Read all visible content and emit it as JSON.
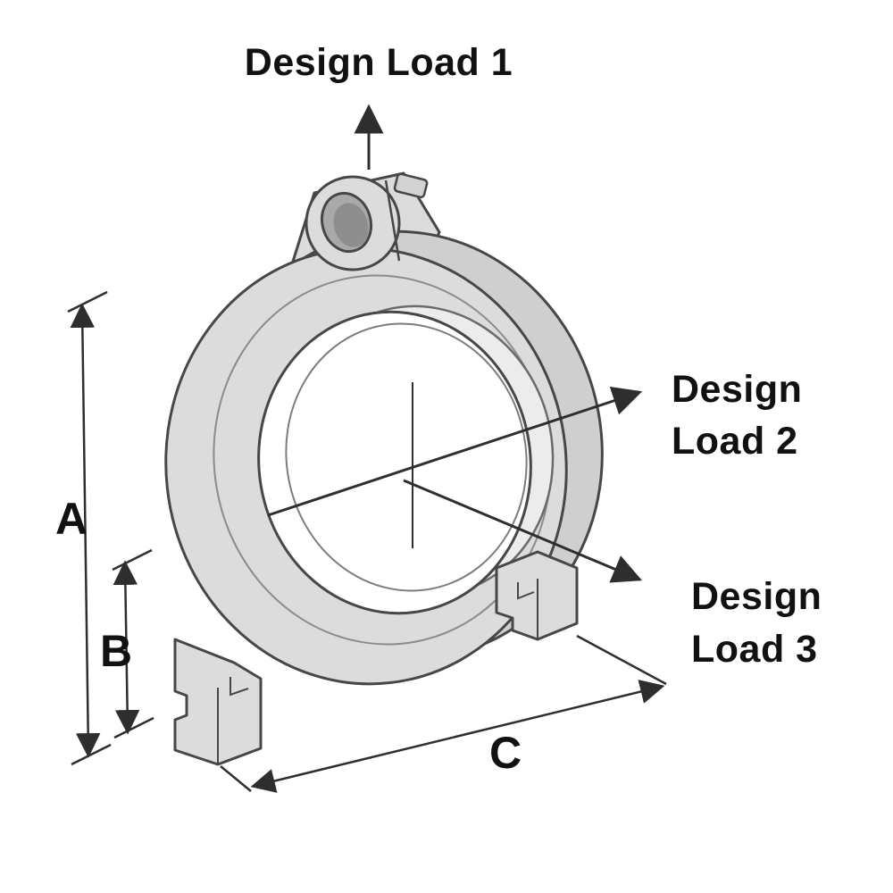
{
  "diagram": {
    "type": "technical-illustration",
    "subject": "pipe-clamp isometric view with design load directions and dimensions",
    "labels": {
      "load1": "Design Load 1",
      "load2_line1": "Design",
      "load2_line2": "Load 2",
      "load3_line1": "Design",
      "load3_line2": "Load 3",
      "dim_a": "A",
      "dim_b": "B",
      "dim_c": "C"
    },
    "colors": {
      "background": "#ffffff",
      "body_fill": "#dcdcdc",
      "body_fill_back": "#cfcfcf",
      "body_stroke": "#474747",
      "bore_fill": "#ffffff",
      "hole_fill": "#a9a9a9",
      "line": "#2e2e2e",
      "text": "#111111"
    }
  }
}
